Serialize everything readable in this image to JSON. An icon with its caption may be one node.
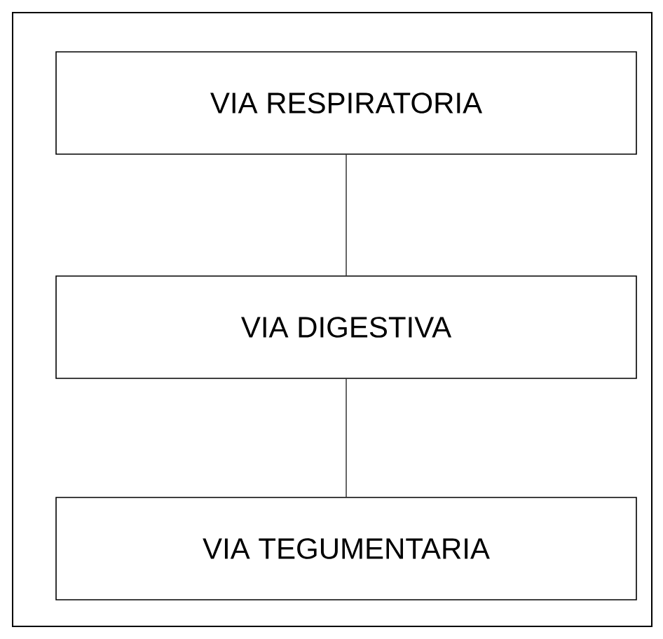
{
  "diagram": {
    "nodes": [
      {
        "text": [
          "VIA RESPIRATORIA"
        ]
      },
      {
        "text": [
          "VIA DIGESTIVA"
        ]
      },
      {
        "text": [
          "VIA TEGUMENTARIA"
        ]
      }
    ],
    "edges": [
      {
        "from": 0,
        "to": 1,
        "arrow": "none"
      },
      {
        "from": 1,
        "to": 2,
        "arrow": "none"
      }
    ]
  }
}
